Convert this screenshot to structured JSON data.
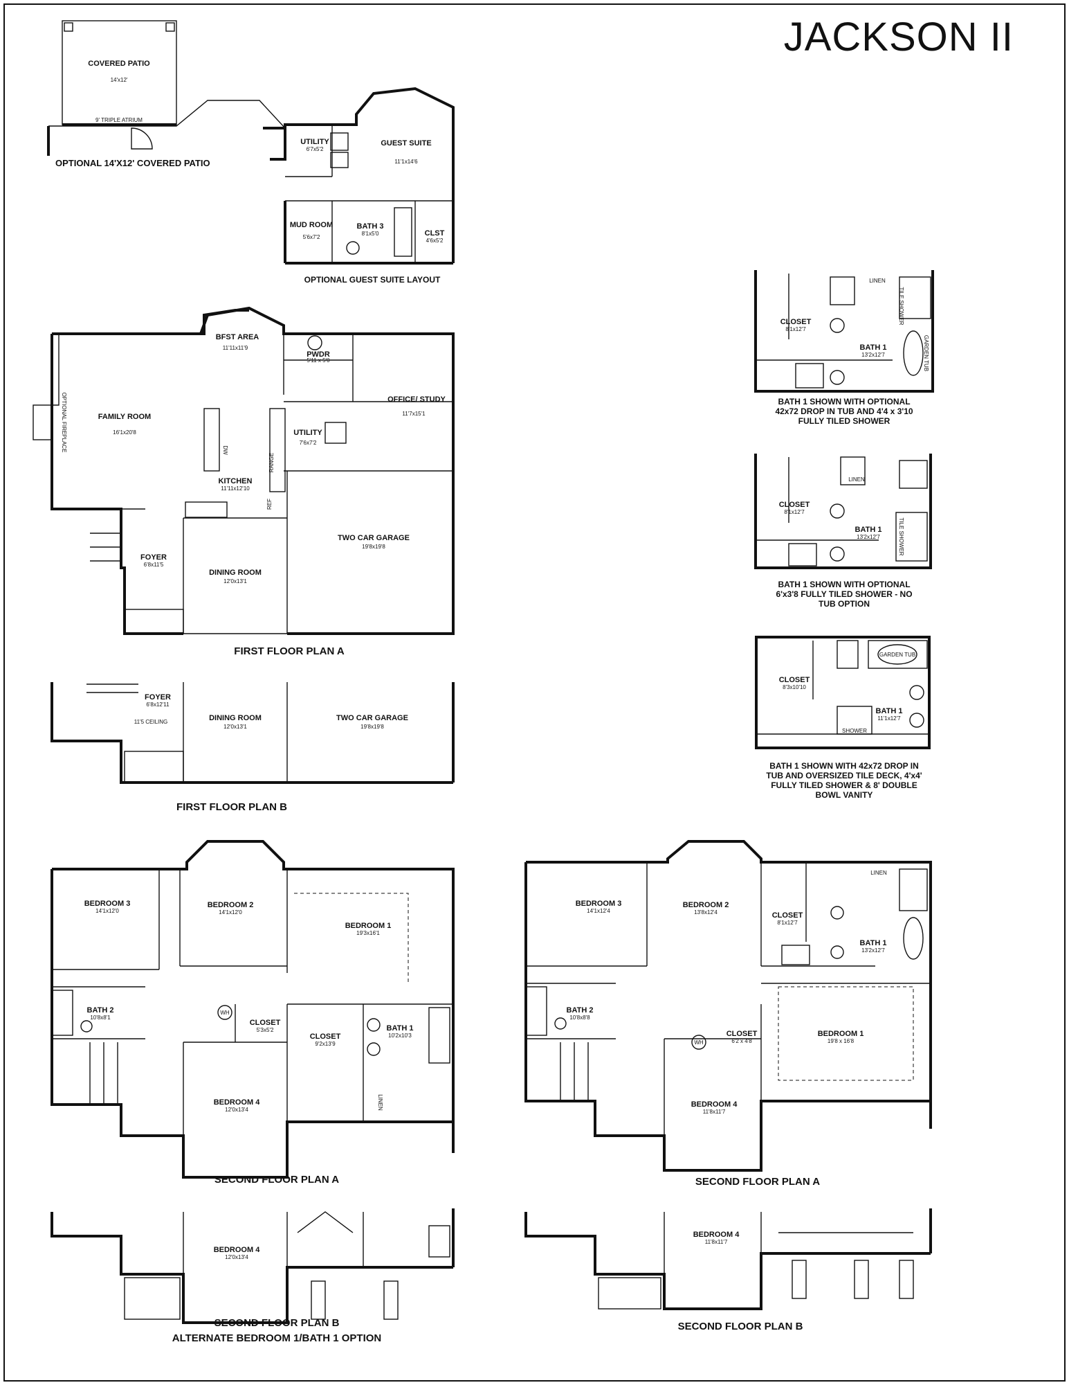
{
  "title": "JACKSON II",
  "patio": {
    "covered_label": "COVERED PATIO",
    "covered_dim": "14'x12'",
    "atrium": "9' TRIPLE ATRIUM",
    "optional_caption": "OPTIONAL 14'X12' COVERED PATIO"
  },
  "guest_suite": {
    "utility": "UTILITY",
    "utility_dim": "6'7x5'2",
    "guest": "GUEST SUITE",
    "guest_dim": "11'1x14'6",
    "mud": "MUD ROOM",
    "mud_dim": "5'6x7'2",
    "bath3": "BATH 3",
    "bath3_dim": "8'1x5'0",
    "clst": "CLST",
    "clst_dim": "4'6x5'2",
    "caption": "OPTIONAL GUEST SUITE LAYOUT"
  },
  "first_a": {
    "bfst": "BFST AREA",
    "bfst_dim": "11'11x11'9",
    "pwdr": "PWDR",
    "pwdr_dim": "5'11 x 5'0",
    "office": "OFFICE/ STUDY",
    "office_dim": "11'7x15'1",
    "family": "FAMILY ROOM",
    "family_dim": "16'1x20'8",
    "fireplace": "OPTIONAL FIREPLACE",
    "utility": "UTILITY",
    "utility_dim": "7'6x7'2",
    "kitchen": "KITCHEN",
    "kitchen_dim": "11'11x12'10",
    "range": "RANGE",
    "ref": "REF",
    "dw": "DW",
    "foyer": "FOYER",
    "foyer_dim": "6'8x11'5",
    "dining": "DINING ROOM",
    "dining_dim": "12'0x13'1",
    "garage": "TWO CAR GARAGE",
    "garage_dim": "19'8x19'8",
    "caption": "FIRST FLOOR PLAN A"
  },
  "first_b": {
    "foyer": "FOYER",
    "foyer_dim": "6'8x12'11",
    "ceiling": "11'5 CEILING",
    "dining": "DINING ROOM",
    "dining_dim": "12'0x13'1",
    "garage": "TWO CAR GARAGE",
    "garage_dim": "19'8x19'8",
    "caption": "FIRST FLOOR PLAN B"
  },
  "bath_options": [
    {
      "closet": "CLOSET",
      "closet_dim": "8'1x12'7",
      "bath": "BATH 1",
      "bath_dim": "13'2x12'7",
      "linen": "LINEN",
      "tile_shower": "TILE SHOWER",
      "garden_tub": "GARDEN TUB",
      "caption": [
        "BATH 1 SHOWN WITH OPTIONAL",
        "42x72 DROP IN TUB AND 4'4 x 3'10",
        "FULLY TILED SHOWER"
      ]
    },
    {
      "closet": "CLOSET",
      "closet_dim": "8'1x12'7",
      "bath": "BATH 1",
      "bath_dim": "13'2x12'7",
      "linen": "LINEN",
      "tile_shower": "TILE SHOWER",
      "caption": [
        "BATH 1 SHOWN WITH OPTIONAL",
        "6'x3'8 FULLY TILED SHOWER - NO",
        "TUB OPTION"
      ]
    },
    {
      "closet": "CLOSET",
      "closet_dim": "8'3x10'10",
      "bath": "BATH 1",
      "bath_dim": "11'1x12'7",
      "garden_tub": "GARDEN TUB",
      "shower": "SHOWER",
      "caption": [
        "BATH 1 SHOWN WITH 42x72 DROP IN",
        "TUB AND OVERSIZED TILE DECK, 4'x4'",
        "FULLY TILED SHOWER & 8' DOUBLE",
        "BOWL VANITY"
      ]
    }
  ],
  "second_a_left": {
    "bed3": "BEDROOM 3",
    "bed3_dim": "14'1x12'0",
    "bed2": "BEDROOM 2",
    "bed2_dim": "14'1x12'0",
    "bed1": "BEDROOM 1",
    "bed1_dim": "19'3x16'1",
    "bath2": "BATH 2",
    "bath2_dim": "10'8x8'1",
    "wh": "WH",
    "closet_small": "CLOSET",
    "closet_small_dim": "5'3x5'2",
    "closet_big": "CLOSET",
    "closet_big_dim": "9'2x13'9",
    "bath1": "BATH 1",
    "bath1_dim": "10'2x10'3",
    "bed4": "BEDROOM 4",
    "bed4_dim": "12'0x13'4",
    "linen": "LINEN",
    "caption": "SECOND FLOOR PLAN A"
  },
  "second_a_right": {
    "bed3": "BEDROOM 3",
    "bed3_dim": "14'1x12'4",
    "bed2": "BEDROOM 2",
    "bed2_dim": "13'8x12'4",
    "closet": "CLOSET",
    "closet_dim": "8'1x12'7",
    "bath1": "BATH 1",
    "bath1_dim": "13'2x12'7",
    "linen": "LINEN",
    "bath2": "BATH 2",
    "bath2_dim": "10'8x8'8",
    "wh": "WH",
    "closet2": "CLOSET",
    "closet2_dim": "6'2 x 4'8",
    "bed1": "BEDROOM 1",
    "bed1_dim": "19'8 x 16'8",
    "bed4": "BEDROOM 4",
    "bed4_dim": "11'8x11'7",
    "caption": "SECOND FLOOR PLAN A"
  },
  "second_b_left": {
    "bed4": "BEDROOM 4",
    "bed4_dim": "12'0x13'4",
    "caption": "SECOND FLOOR PLAN B",
    "caption2": "ALTERNATE BEDROOM 1/BATH 1 OPTION"
  },
  "second_b_right": {
    "bed4": "BEDROOM 4",
    "bed4_dim": "11'8x11'7",
    "caption": "SECOND FLOOR PLAN B"
  }
}
